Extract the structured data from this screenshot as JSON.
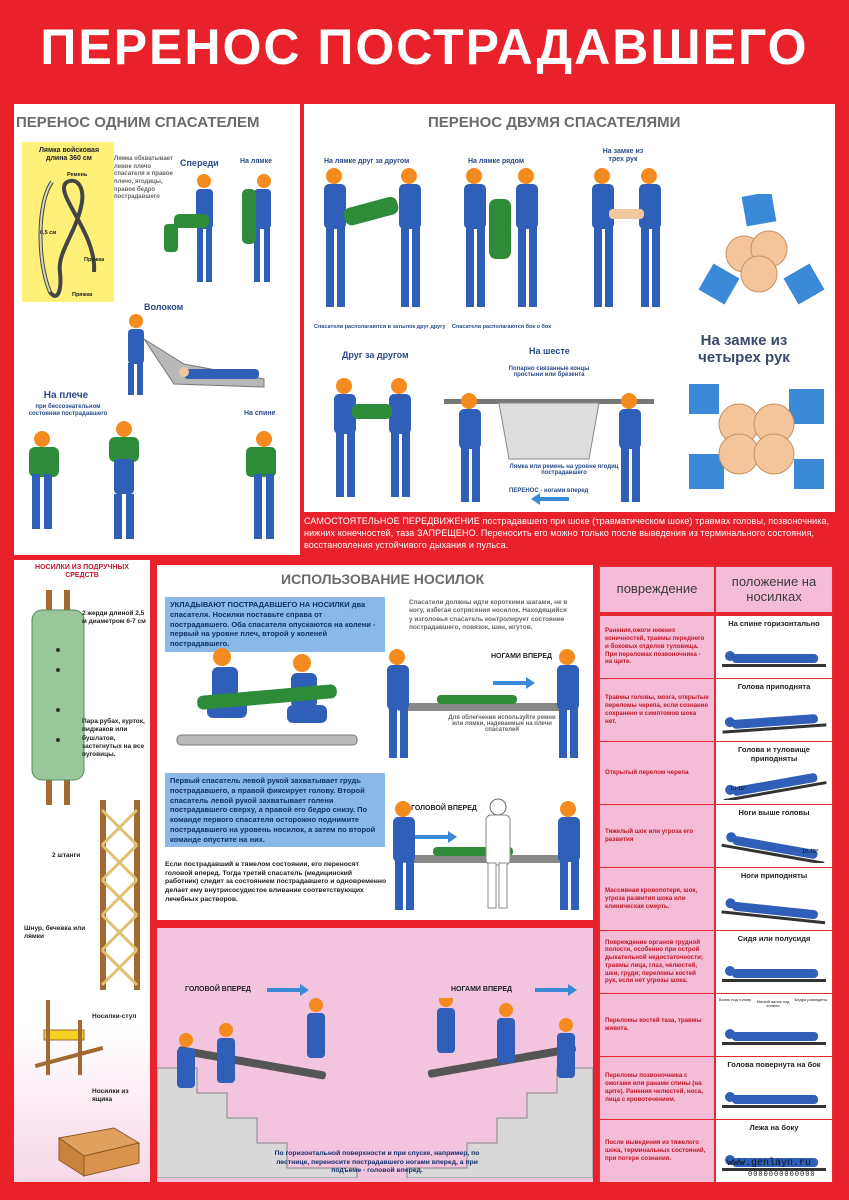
{
  "title": "ПЕРЕНОС ПОСТРАДАВШЕГО",
  "one_rescuer": {
    "title": "ПЕРЕНОС ОДНИМ СПАСАТЕЛЕМ",
    "strap_label": "Лямка войсковая длина 360 см",
    "strap_parts": [
      "Ремень",
      "0,5 см",
      "Пряжка",
      "Пряжка"
    ],
    "strap_note": "Лямка обхватывает левое плечо спасателя и правое плечо, ягодицы, правое бедро пострадавшего",
    "front": "Спереди",
    "on_strap": "На лямке",
    "drag": "Волоком",
    "shoulder": "На плече",
    "shoulder_note": "при бессознательном состоянии пострадавшего",
    "back": "На спине"
  },
  "two_rescuers": {
    "title": "ПЕРЕНОС ДВУМЯ СПАСАТЕЛЯМИ",
    "strap_one_another": "На лямке друг за другом",
    "strap_side": "На лямке рядом",
    "three_hands": "На замке из трех рук",
    "cap1": "Спасатели располагаются в затылок друг другу",
    "cap2": "Спасатели располагаются бок о бок",
    "four_hands": "На замке из четырех рук",
    "one_after": "Друг за другом",
    "on_pole": "На шесте",
    "pole_note": "Попарно связанные концы простыни или брезента",
    "belt_note": "Лямка или ремень на уровне ягодиц пострадавшего",
    "legs_first": "ПЕРЕНОС - ногами вперед"
  },
  "warning": "САМОСТОЯТЕЛЬНОЕ ПЕРЕДВИЖЕНИЕ пострадавшего при шоке (травматическом шоке) травмах головы, позвоночника, нижних конечностей, таза ЗАПРЕЩЕНО. Переносить его можно только после выведения из терминального состояния, восстановления устойчивого дыхания и пульса.",
  "improvised": {
    "title": "НОСИЛКИ ИЗ ПОДРУЧНЫХ СРЕДСТВ",
    "poles": "2 жерди длиной 2,5 м диаметром 6-7 см",
    "shirts": "Пара рубах, курток, пиджаков или бушлатов, застегнутых на все пуговицы.",
    "two_bars": "2 штанги",
    "rope": "Шнур, бечевка или лямки",
    "chair": "Носилки-стул",
    "box": "Носилки из ящика"
  },
  "stretcher_use": {
    "title": "ИСПОЛЬЗОВАНИЕ НОСИЛОК",
    "box1": "УКЛАДЫВАЮТ ПОСТРАДАВШЕГО НА НОСИЛКИ два спасателя. Носилки поставьте справа от пострадавшего. Оба спасателя опускаются на колени - первый на уровне плеч, второй у коленей пострадавшего.",
    "short_steps": "Спасатели должны идти короткими шагами, не в ногу, избегая сотрясения носилок. Находящийся у изголовья спасатель контролирует состояние пострадавшего, повязок, шин, жгутов.",
    "legs_forward": "НОГАМИ ВПЕРЕД",
    "belts_note": "Для облегчения используйте ремни или лямки, надеваемые на плечи спасателей",
    "box2": "Первый спасатель левой рукой захватывает грудь пострадавшего, а правой фиксирует голову. Второй спасатель левой рукой захватывает голени пострадавшего сверху, а правой его бедро снизу. По команде первого спасателя осторожно поднимите пострадавшего на уровень носилок, а затем по второй команде опустите на них.",
    "head_forward": "ГОЛОВОЙ ВПЕРЕД",
    "heavy": "Если пострадавший в тяжелом состоянии, его переносят головой вперед. Тогда третий спасатель (медицинский работник) следит за состоянием пострадавшего и одновременно делает ему внутрисосудистое вливание соответствующих лечебных растворов."
  },
  "stairs": {
    "head_forward": "ГОЛОВОЙ ВПЕРЕД",
    "legs_forward": "НОГАМИ ВПЕРЕД",
    "note": "По горизонтальной поверхности и при спуске, например, по лестнице, переносите пострадавшего ногами вперед, а при подъеме - головой вперед."
  },
  "table": {
    "col1": "повреждение",
    "col2": "положение на носилках",
    "rows": [
      {
        "injury": "Ранения,ожоги нижних конечностей, травмы переднего и боковых отделов туловища. При переломах позвоночника - на щите.",
        "position": "На спине горизонтально"
      },
      {
        "injury": "Травмы головы, мозга, открытые переломы черепа, если сознание сохранено и симптомов шока нет.",
        "position": "Голова приподнята"
      },
      {
        "injury": "Открытый перелом черепа",
        "position": "Голова и туловище приподняты",
        "angle": "10-15°"
      },
      {
        "injury": "Тяжелый шок или угроза его развития",
        "position": "Ноги выше головы",
        "angle": "10-15°"
      },
      {
        "injury": "Массивная кровопотеря, шок, угроза развития шока или клиническая смерть.",
        "position": "Ноги приподняты"
      },
      {
        "injury": "Повреждение органов грудной полости, особенно при острой дыхательной недостаточности; травмы лица, глаз, челюстей, шеи, груди; переломы костей рук, если нет угрозы шока.",
        "position": "Сидя или полусидя"
      },
      {
        "injury": "Переломы костей таза, травмы живота.",
        "position": "",
        "mini": [
          "Валик под голову",
          "Мягкий валик под колени",
          "Бедра разведены"
        ]
      },
      {
        "injury": "Переломы позвоночника с ожогами или ранами спины (на щите). Ранения челюстей, носа, лица с кровотечением.",
        "position": "Голова повернута на бок"
      },
      {
        "injury": "После выведения из тяжелого шока, терминальных состояний, при потере сознания.",
        "position": "Лежа на боку"
      }
    ]
  },
  "website": "www.genlayn.ru",
  "code": "0000000000000",
  "colors": {
    "red": "#e8212a",
    "blue": "#2f5fb8",
    "orange": "#f58a1f",
    "green": "#2e8b3a",
    "pink": "#f4bcd6"
  }
}
